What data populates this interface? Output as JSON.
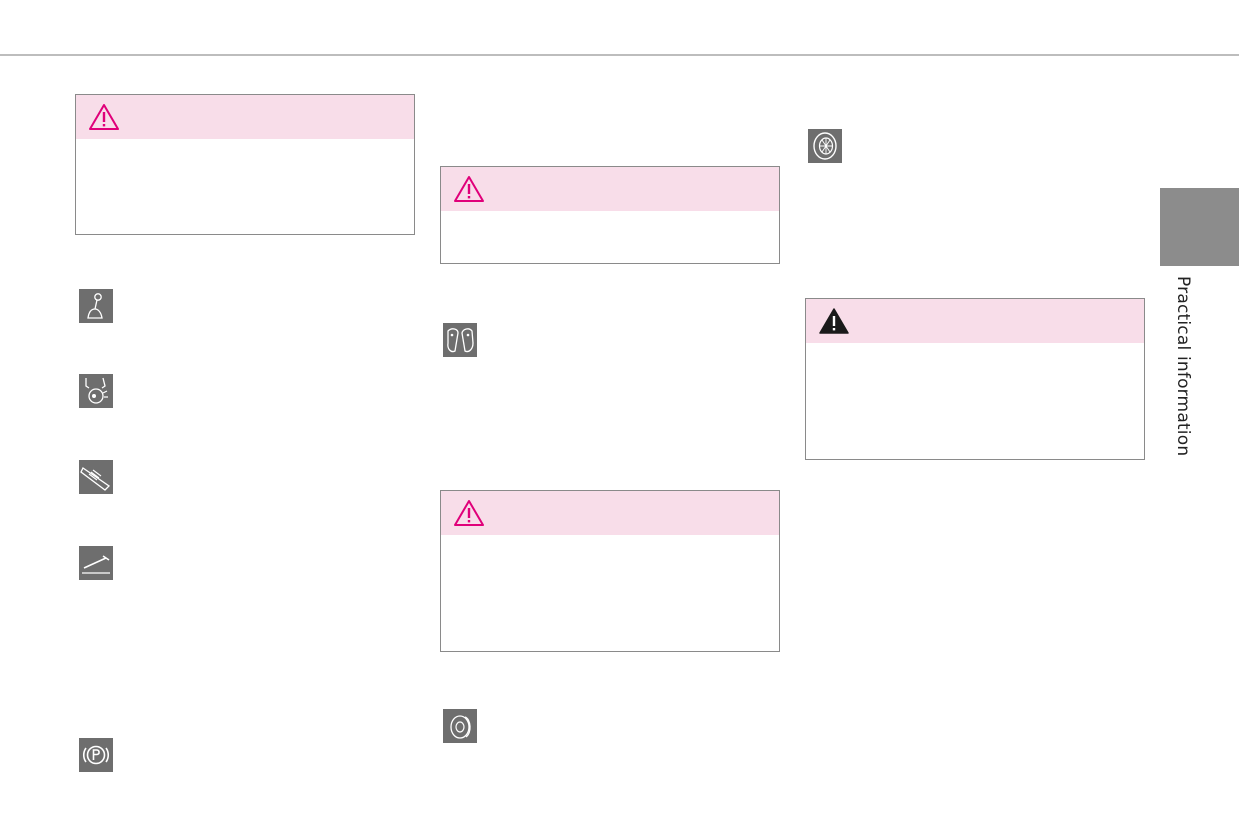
{
  "side_tab": {
    "label": "Practical information"
  },
  "warning_boxes": [
    {
      "id": "warning-1",
      "icon": "caution-outline-icon"
    },
    {
      "id": "warning-2",
      "icon": "caution-outline-icon"
    },
    {
      "id": "warning-3",
      "icon": "caution-outline-icon"
    },
    {
      "id": "warning-4",
      "icon": "warning-solid-icon"
    }
  ],
  "icons": [
    "shift-lever-icon",
    "pedal-adjust-icon",
    "clutch-disc-icon",
    "brake-pedal-icon",
    "parking-brake-icon",
    "brake-pads-icon",
    "brake-disc-icon",
    "tire-wheel-icon"
  ],
  "colors": {
    "warning_header": "#f8dde9",
    "caution_triangle": "#e0007a",
    "icon_bg": "#6e6e6e",
    "tab": "#8c8c8c"
  }
}
